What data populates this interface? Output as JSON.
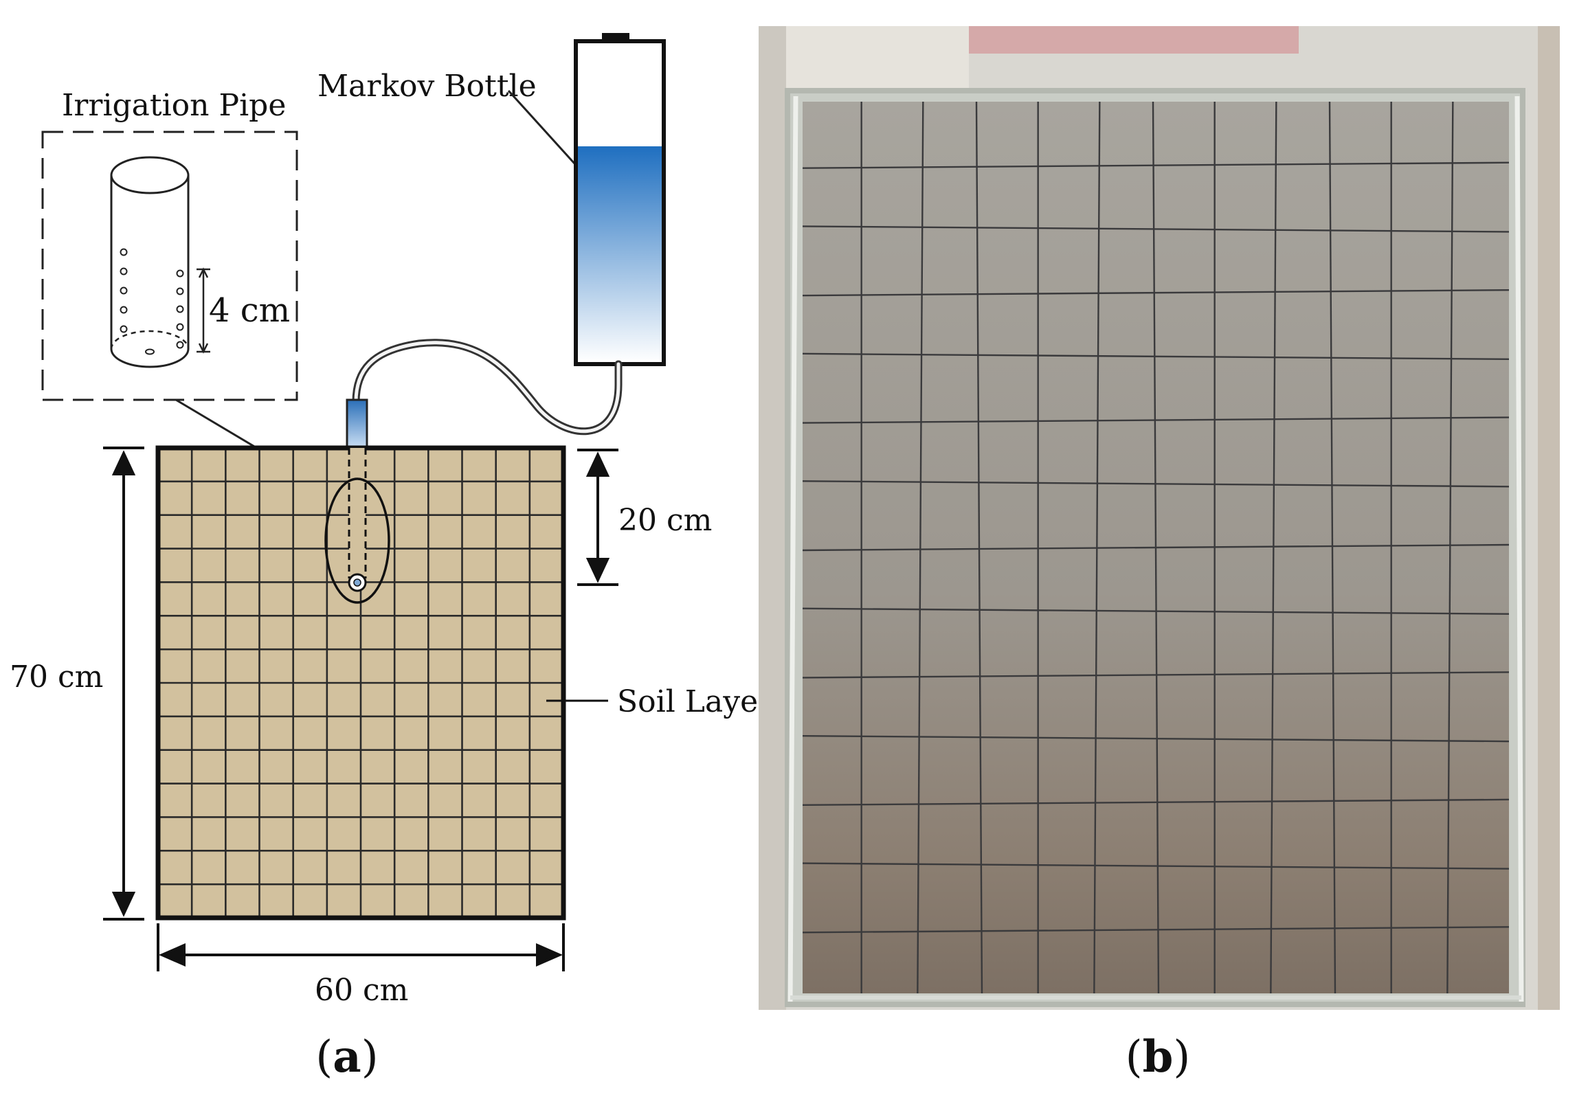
{
  "panel_a": {
    "label_open": "(",
    "label_letter": "a",
    "label_close": ")",
    "irrigation_pipe_label": "Irrigation Pipe",
    "markov_bottle_label": "Markov Bottle",
    "hole_spacing_label": "4 cm",
    "depth_label": "20 cm",
    "height_label": "70 cm",
    "width_label": "60 cm",
    "soil_layer_label": "Soil Layer",
    "grid": {
      "cols": 12,
      "rows": 14
    }
  },
  "panel_b": {
    "label_open": "(",
    "label_letter": "b",
    "label_close": ")",
    "grid": {
      "cols": 12,
      "rows": 14
    }
  },
  "colors": {
    "soil_fill": "#d2c19e",
    "grid_line": "#2a2a2a",
    "water_top": "#1f6fc0",
    "water_bottom": "#ffffff",
    "photo_soil": "#9a948c",
    "photo_frame": "#c9cdc6"
  },
  "icons": {
    "pipe": "cylinder-with-holes",
    "bottle": "markov-bottle",
    "tube": "connecting-tube"
  }
}
